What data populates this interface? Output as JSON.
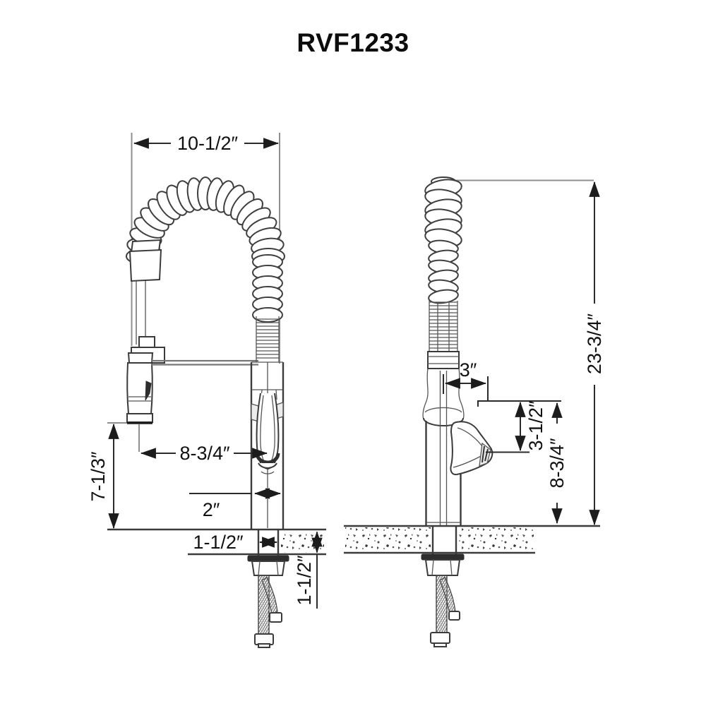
{
  "title": "RVF1233",
  "palette": {
    "ink": "#2b2b2b",
    "extension_line": "#8f8f8f",
    "background": "#ffffff"
  },
  "dims": {
    "front_width": "10-1/2″",
    "front_sprayer_height": "7-1/3″",
    "front_sprayer_reach": "8-3/4″",
    "front_body_width": "2″",
    "front_shank_width": "1-1/2″",
    "front_deck_thickness": "1-1/2″",
    "side_handle_offset": "3″",
    "side_handle_height": "3-1/2″",
    "side_spout_height": "8-3/4″",
    "side_overall_height": "23-3/4″"
  }
}
